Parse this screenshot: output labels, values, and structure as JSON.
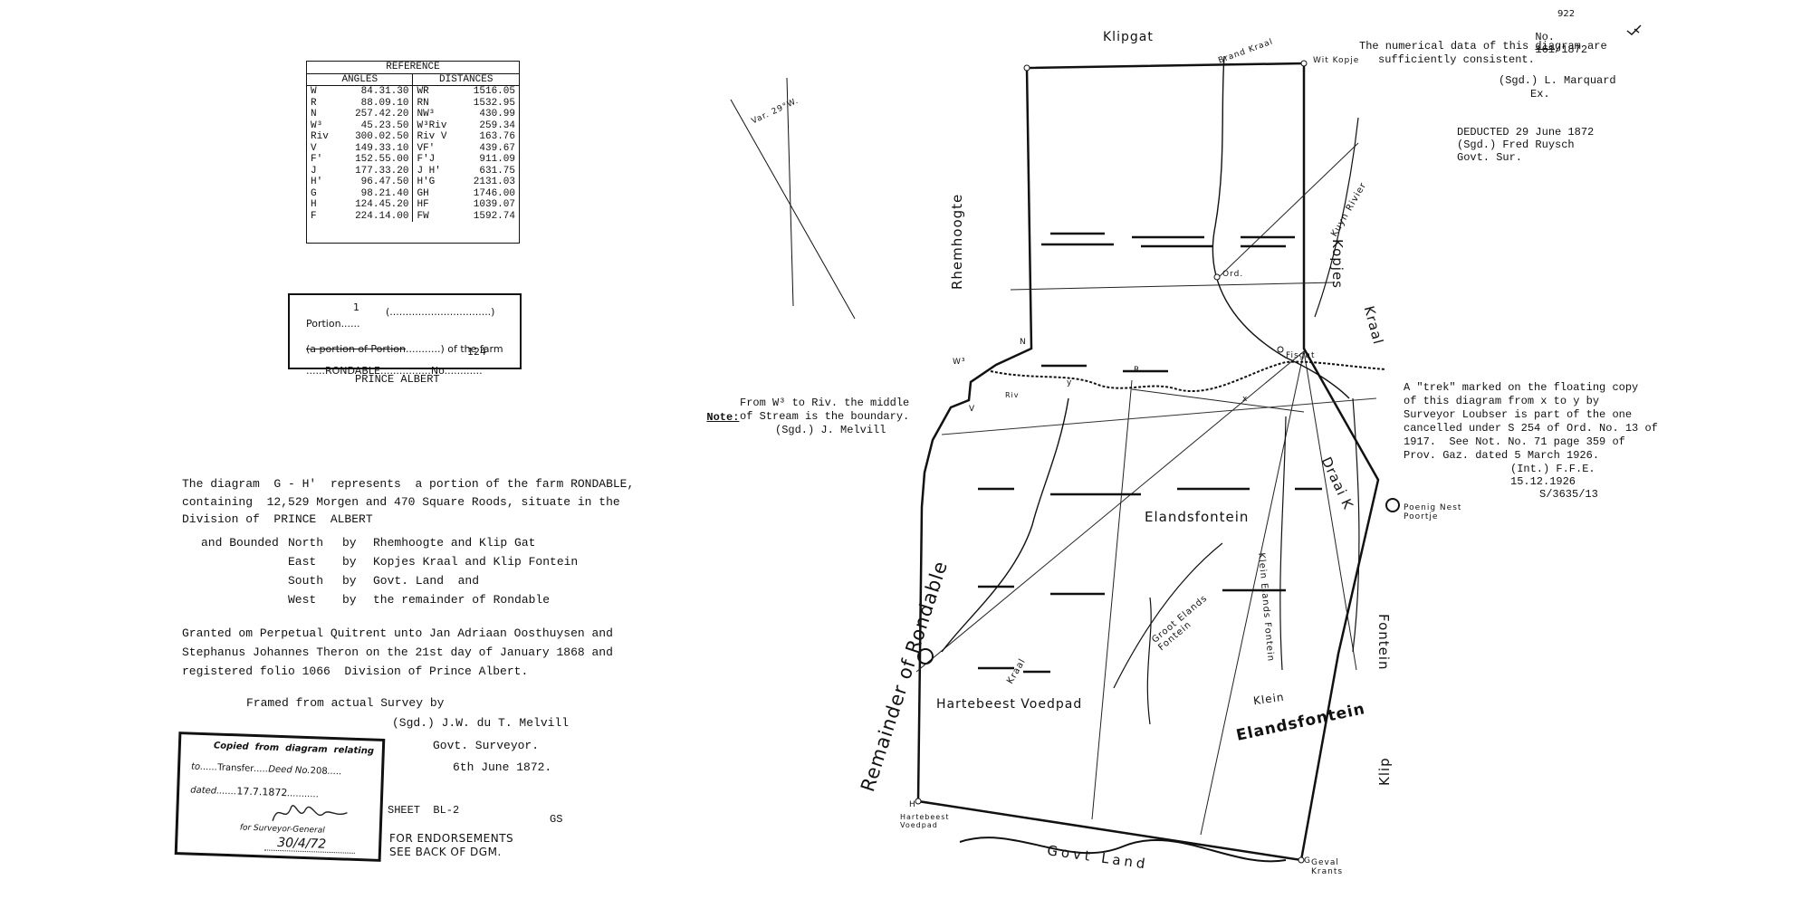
{
  "reference": {
    "title": "REFERENCE",
    "angles_header": "ANGLES",
    "distances_header": "DISTANCES",
    "rows": [
      {
        "a_pt": "W",
        "a_val": "84.31.30",
        "d_pt": "WR",
        "d_val": "1516.05"
      },
      {
        "a_pt": "R",
        "a_val": "88.09.10",
        "d_pt": "RN",
        "d_val": "1532.95"
      },
      {
        "a_pt": "N",
        "a_val": "257.42.20",
        "d_pt": "NW³",
        "d_val": "430.99"
      },
      {
        "a_pt": "W³",
        "a_val": "45.23.50",
        "d_pt": "W³Riv",
        "d_val": "259.34"
      },
      {
        "a_pt": "Riv",
        "a_val": "300.02.50",
        "d_pt": "Riv V",
        "d_val": "163.76"
      },
      {
        "a_pt": "V",
        "a_val": "149.33.10",
        "d_pt": "VF'",
        "d_val": "439.67"
      },
      {
        "a_pt": "F'",
        "a_val": "152.55.00",
        "d_pt": "F'J",
        "d_val": "911.09"
      },
      {
        "a_pt": "J",
        "a_val": "177.33.20",
        "d_pt": "J H'",
        "d_val": "631.75"
      },
      {
        "a_pt": "H'",
        "a_val": "96.47.50",
        "d_pt": "H'G",
        "d_val": "2131.03"
      },
      {
        "a_pt": "G",
        "a_val": "98.21.40",
        "d_pt": "GH",
        "d_val": "1746.00"
      },
      {
        "a_pt": "H",
        "a_val": "124.45.20",
        "d_pt": "HF",
        "d_val": "1039.07"
      },
      {
        "a_pt": "F",
        "a_val": "224.14.00",
        "d_pt": "FW",
        "d_val": "1592.74"
      }
    ]
  },
  "portion_box": {
    "line1_label": "Portion......",
    "line1_value": "1",
    "line1_rest": "(................................)",
    "line2_struck": "(a portion of Portion",
    "line2_rest": "...........) of the farm",
    "farm_name": "RONDABLE",
    "no_label": "No",
    "no_value": "124",
    "division": "PRINCE  ALBERT"
  },
  "description": {
    "line1": "The diagram  G - H'  represents  a portion of the farm RONDABLE,",
    "line2": "containing  12,529 Morgen and 470 Square Roods, situate in the",
    "line3": "Division of  PRINCE  ALBERT",
    "bounded_label": "and Bounded",
    "bounds": [
      {
        "dir": "North",
        "by": "by",
        "what": "Rhemhoogte and Klip Gat"
      },
      {
        "dir": "East",
        "by": "by",
        "what": "Kopjes Kraal and Klip Fontein"
      },
      {
        "dir": "South",
        "by": "by",
        "what": "Govt. Land  and"
      },
      {
        "dir": "West",
        "by": "by",
        "what": "the remainder of Rondable"
      }
    ],
    "grant1": "Granted om Perpetual Quitrent unto Jan Adriaan Oosthuysen and",
    "grant2": "Stephanus Johannes Theron on the 21st day of January 1868 and",
    "grant3": "registered folio 1066  Division of Prince Albert.",
    "framed": "Framed from actual Survey by",
    "sgd_surveyor": "(Sgd.) J.W. du T. Melvill",
    "surveyor_title": "Govt. Surveyor.",
    "survey_date": "6th June 1872."
  },
  "copied_stamp": {
    "line1": "Copied  from  diagram  relating",
    "to_label": "to",
    "to_value": "Transfer",
    "deed_label": "Deed No.",
    "deed_value": "208",
    "dated_label": "dated",
    "dated_value": "17.7.1872",
    "signature_caption": "for Surveyor-General",
    "hand_date": "30/4/72"
  },
  "sheet": {
    "label": "SHEET  BL-2",
    "gs": "GS"
  },
  "endorsements": {
    "line1": "FOR ENDORSEMENTS",
    "line2": "SEE BACK OF DGM."
  },
  "header_right": {
    "no_label": "No.",
    "no_struck": "161",
    "no_hand": "922",
    "no_year": "/1872",
    "line1": "The numerical data of this diagram are",
    "line2": "sufficiently consistent.",
    "sgd": "(Sgd.) L. Marquard",
    "ex": "Ex.",
    "deducted": "DEDUCTED 29 June 1872",
    "sgd2": "(Sgd.) Fred Ruysch",
    "govt_sur": "Govt. Sur."
  },
  "note": {
    "label": "Note:",
    "line1": "From W³ to Riv. the middle",
    "line2": "of Stream is the boundary.",
    "line3": "(Sgd.) J. Melvill"
  },
  "trek_note": {
    "line1": "A \"trek\" marked on the floating copy",
    "line2": "of this diagram from x to y by",
    "line3": "Surveyor Loubser is part of the one",
    "line4": "cancelled under S 254 of Ord. No. 13 of",
    "line5": "1917.  See Not. No. 71 page 359 of",
    "line6": "Prov. Gaz. dated 5 March 1926.",
    "line7": "(Int.) F.F.E.",
    "line8": "15.12.1926",
    "line9": "S/3635/13"
  },
  "map_labels": {
    "klipgat": "Klipgat",
    "rhemhoogte": "Rhemhoogte",
    "kopjes": "Kopjes",
    "kraal": "Kraal",
    "brand_kraal": "Brand Kraal",
    "wit_kopje": "Wit Kopje",
    "ord": "Ord.",
    "var": "Var. 29°W.",
    "rondable": "Remainder of Rondable",
    "elandsfontein": "Elandsfontein",
    "klein": "Klein",
    "klein_elands": "Elandsfontein",
    "hartebeest": "Hartebeest  Voedpad",
    "govt_land": "Govt  Land",
    "fontein": "Fontein",
    "klip": "Klip",
    "driekoek": "Draai K",
    "poenig_nest": "Poenig Nest Poortje",
    "geval_krants": "Geval Krants",
    "groot_elands": "Groot Elands Fontein",
    "klein_elands_fontein": "Klein Elands Fontein",
    "kraal_stream": "Kraal",
    "rivier": "Kuyn Rivier",
    "fisgat": "Fisgat",
    "hartebeest_voedpad_small": "Hartebeest Voedpad",
    "pt_N": "N",
    "pt_W3": "W³",
    "pt_V": "V",
    "pt_R": "R",
    "pt_Riv": "Riv",
    "pt_H": "H",
    "pt_G": "G",
    "pt_x": "x",
    "pt_y": "y"
  }
}
